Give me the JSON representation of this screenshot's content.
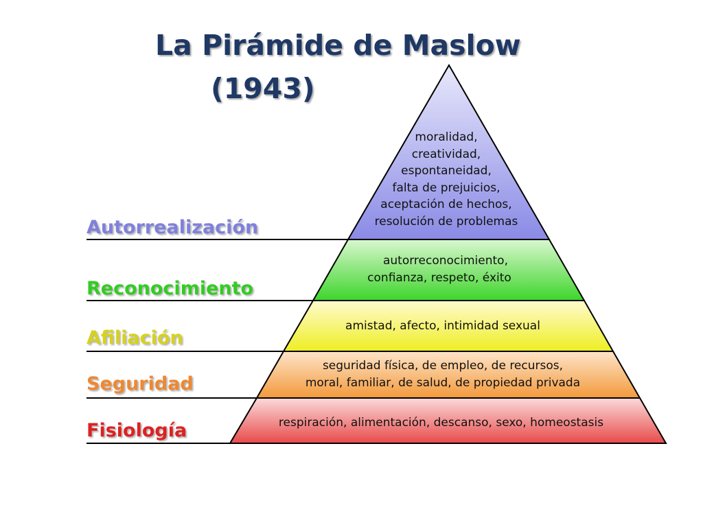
{
  "title": {
    "line1": "La Pirámide de Maslow",
    "line2": "(1943)"
  },
  "levels": [
    {
      "name": "Autorrealización",
      "color": "#8080dd",
      "fill_top": "#e8e8fb",
      "fill_bottom": "#8a8ae6",
      "description": [
        "moralidad,",
        "creatividad,",
        "espontaneidad,",
        "falta de prejuicios,",
        "aceptación de hechos,",
        "resolución de problemas"
      ]
    },
    {
      "name": "Reconocimiento",
      "color": "#33cc22",
      "fill_top": "#d9f7cf",
      "fill_bottom": "#3ed52b",
      "description": [
        "autorreconocimiento,",
        "confianza, respeto, éxito"
      ]
    },
    {
      "name": "Afiliación",
      "color": "#d6d21e",
      "fill_top": "#fffbd0",
      "fill_bottom": "#eeee22",
      "description": [
        "amistad, afecto, intimidad sexual"
      ]
    },
    {
      "name": "Seguridad",
      "color": "#ee8833",
      "fill_top": "#fde4c9",
      "fill_bottom": "#f39a3c",
      "description": [
        "seguridad física, de empleo, de recursos,",
        "moral, familiar, de salud, de propiedad privada"
      ]
    },
    {
      "name": "Fisiología",
      "color": "#dd2222",
      "fill_top": "#fbdada",
      "fill_bottom": "#e84a4a",
      "description": [
        "respiración, alimentación, descanso, sexo, homeostasis"
      ]
    }
  ]
}
